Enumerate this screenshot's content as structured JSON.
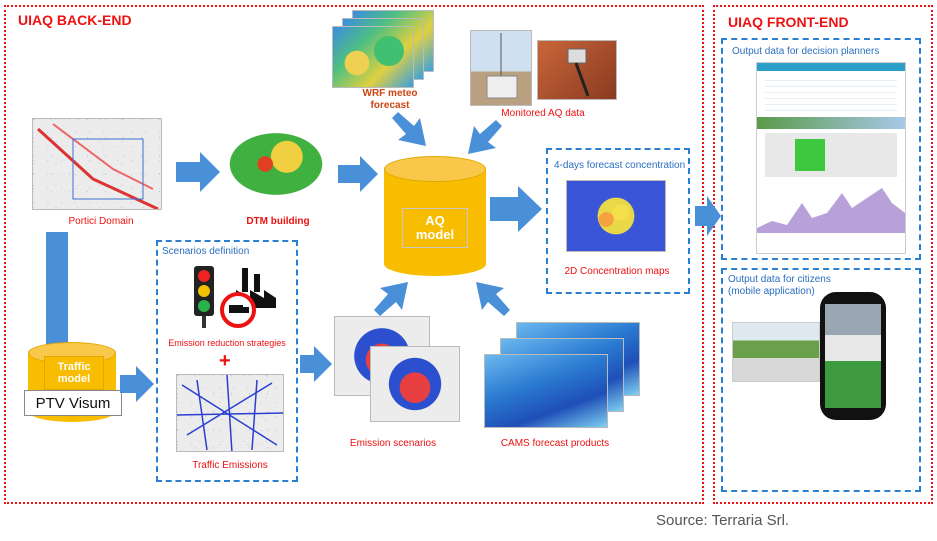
{
  "backend": {
    "title": "UIAQ BACK-END"
  },
  "frontend": {
    "title": "UIAQ FRONT-END"
  },
  "inputs": {
    "portici_domain": "Portici Domain",
    "dtm_building": "DTM building",
    "wrf_meteo": "WRF meteo\nforecast",
    "monitored_aq": "Monitored AQ data"
  },
  "aq_model": "AQ\nmodel",
  "forecast": {
    "title": "4-days forecast concentration",
    "maps_label": "2D Concentration maps"
  },
  "traffic_model": {
    "title": "Traffic\nmodel",
    "software": "PTV Visum"
  },
  "scenarios": {
    "title": "Scenarios definition",
    "strategies": "Emission reduction strategies",
    "traffic_emissions": "Traffic Emissions"
  },
  "emission_scenarios": "Emission scenarios",
  "cams": "CAMS forecast products",
  "output_planners": "Output data for decision planners",
  "output_citizens": "Output data for citizens\n(mobile application)",
  "source": "Source: Terraria Srl.",
  "colors": {
    "red": "#ee1111",
    "blue": "#2a7fd0",
    "yellow": "#f8bd00",
    "arrow": "#4a90d8"
  },
  "icons": [
    "traffic-light-icon",
    "factory-icon",
    "no-truck-sign-icon",
    "plus-icon",
    "phone-icon"
  ]
}
